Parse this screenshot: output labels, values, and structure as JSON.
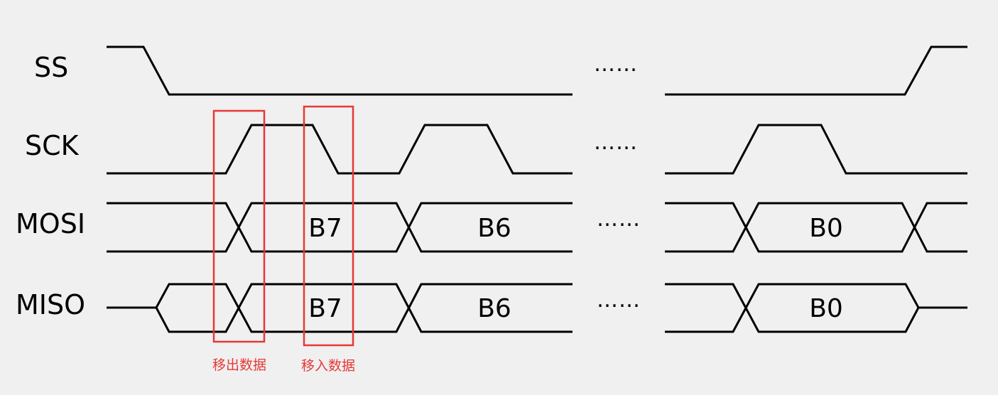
{
  "signals": {
    "ss": "SS",
    "sck": "SCK",
    "mosi": "MOSI",
    "miso": "MISO"
  },
  "bits": {
    "first": "B7",
    "second": "B6",
    "last": "B0"
  },
  "ellipsis": "……",
  "annotations": {
    "shift_out": "移出数据",
    "shift_in": "移入数据"
  },
  "colors": {
    "highlight": "#e53935",
    "wave": "#000000",
    "background": "#f0f0f0"
  }
}
